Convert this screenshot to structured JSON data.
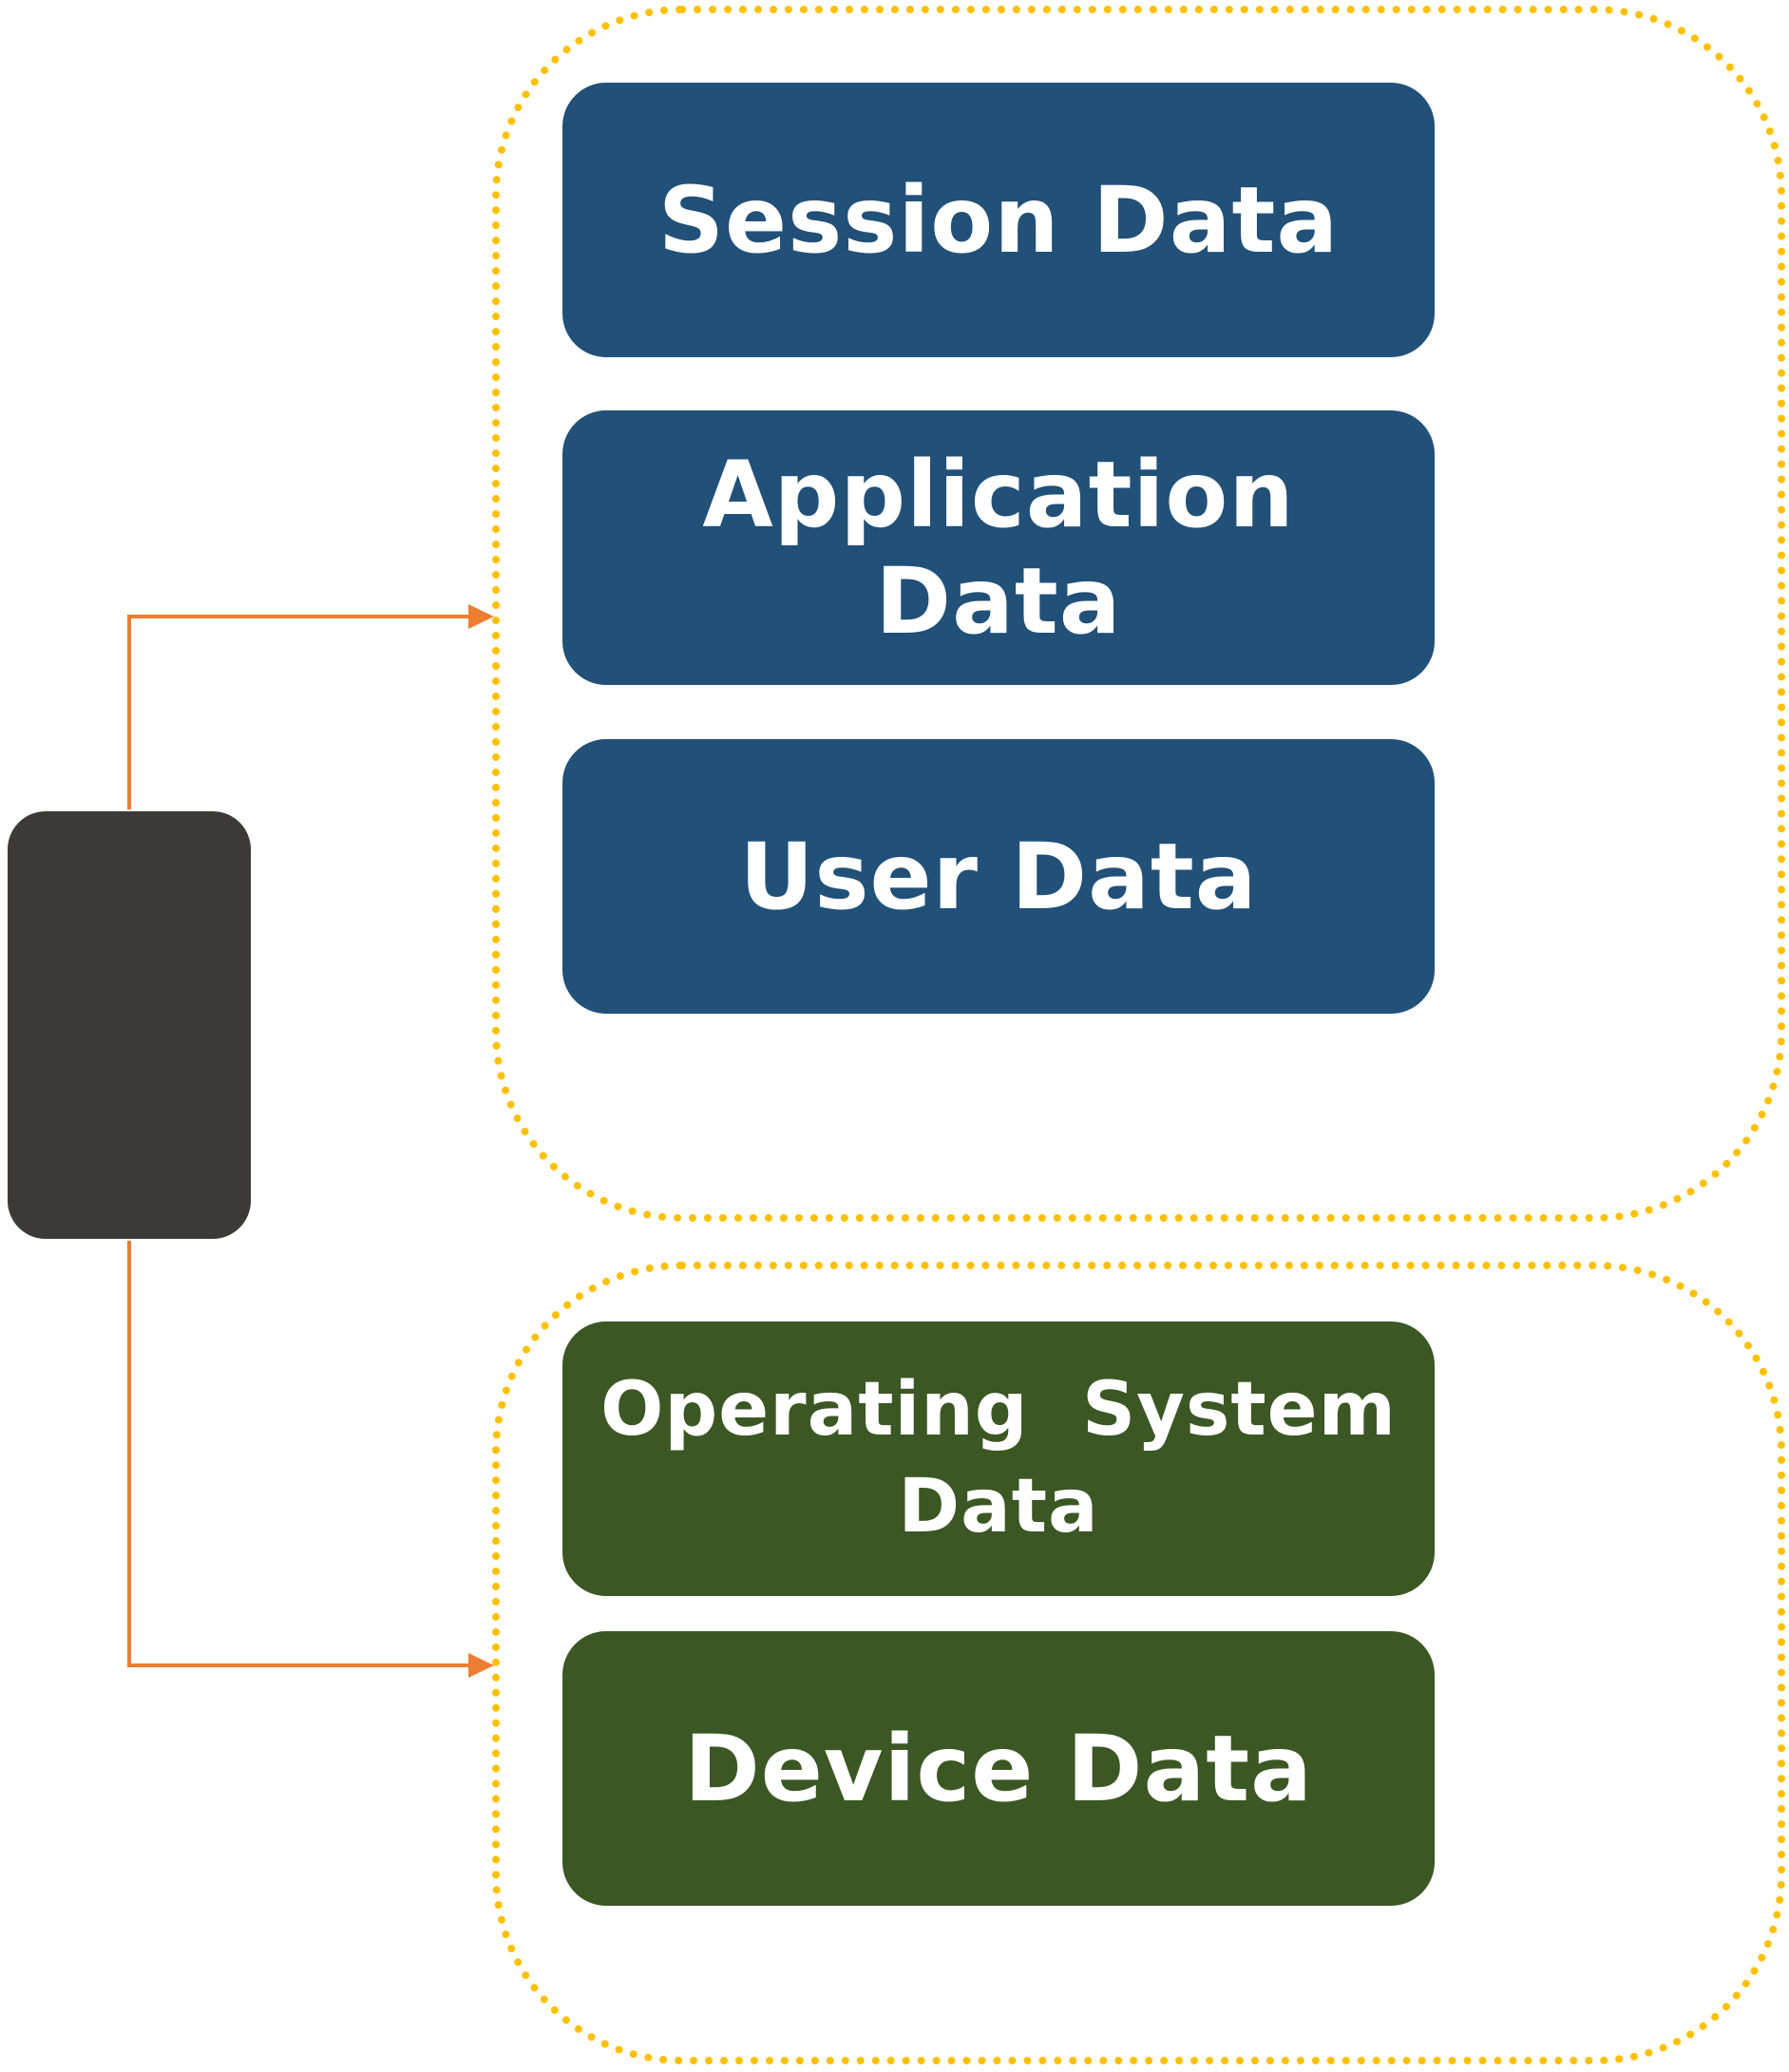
{
  "colors": {
    "app_group_border": "#FFC000",
    "system_group_border": "#FFC000",
    "app_box": "#215078",
    "system_box": "#3B5724",
    "device": "#3B3A38",
    "connector": "#ED7D31",
    "box_text": "#FFFFFF"
  },
  "device": {
    "icon": "mobile-device-shape",
    "label": ""
  },
  "groups": {
    "application_layer": {
      "items": [
        {
          "label": "Session Data"
        },
        {
          "label": "Application Data"
        },
        {
          "label": "User Data"
        }
      ]
    },
    "system_layer": {
      "items": [
        {
          "label": "Operating  System Data"
        },
        {
          "label": "Device Data"
        }
      ]
    }
  },
  "connectors": [
    {
      "from": "device",
      "to": "application_layer",
      "style": "elbow-arrow"
    },
    {
      "from": "device",
      "to": "system_layer",
      "style": "elbow-arrow"
    }
  ]
}
